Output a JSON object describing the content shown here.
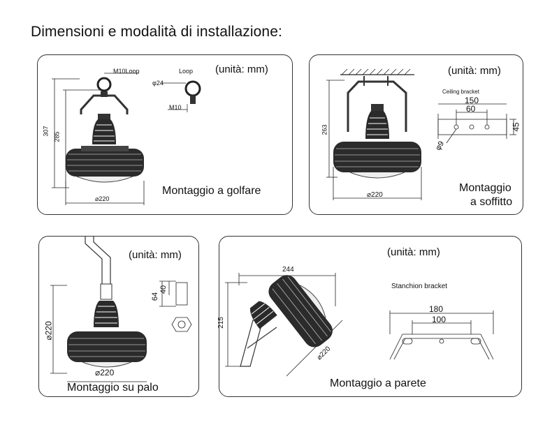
{
  "title": "Dimensioni e modalità di installazione:",
  "unit_label": "(unità: mm)",
  "panel1": {
    "caption": "Montaggio a golfare",
    "dims": {
      "h_total": "307",
      "h_body": "285",
      "diameter": "⌀220",
      "m10loop": "M10Loop",
      "loop": "Loop",
      "phi24": "φ24",
      "m10": "M10"
    }
  },
  "panel2": {
    "caption_line1": "Montaggio",
    "caption_line2": "a soffitto",
    "bracket_label": "Ceiling bracket",
    "dims": {
      "height": "263",
      "diameter": "⌀220",
      "w150": "150",
      "w60": "60",
      "h45": "45",
      "phi9": "φ9"
    }
  },
  "panel3": {
    "caption": "Montaggio su palo",
    "dims": {
      "height": "⌀220",
      "diameter": "⌀220",
      "d64": "64",
      "d40": "40"
    }
  },
  "panel4": {
    "caption": "Montaggio a parete",
    "bracket_label": "Stanchion bracket",
    "dims": {
      "width": "244",
      "height": "215",
      "diameter": "⌀220",
      "w180": "180",
      "w100": "100"
    }
  }
}
